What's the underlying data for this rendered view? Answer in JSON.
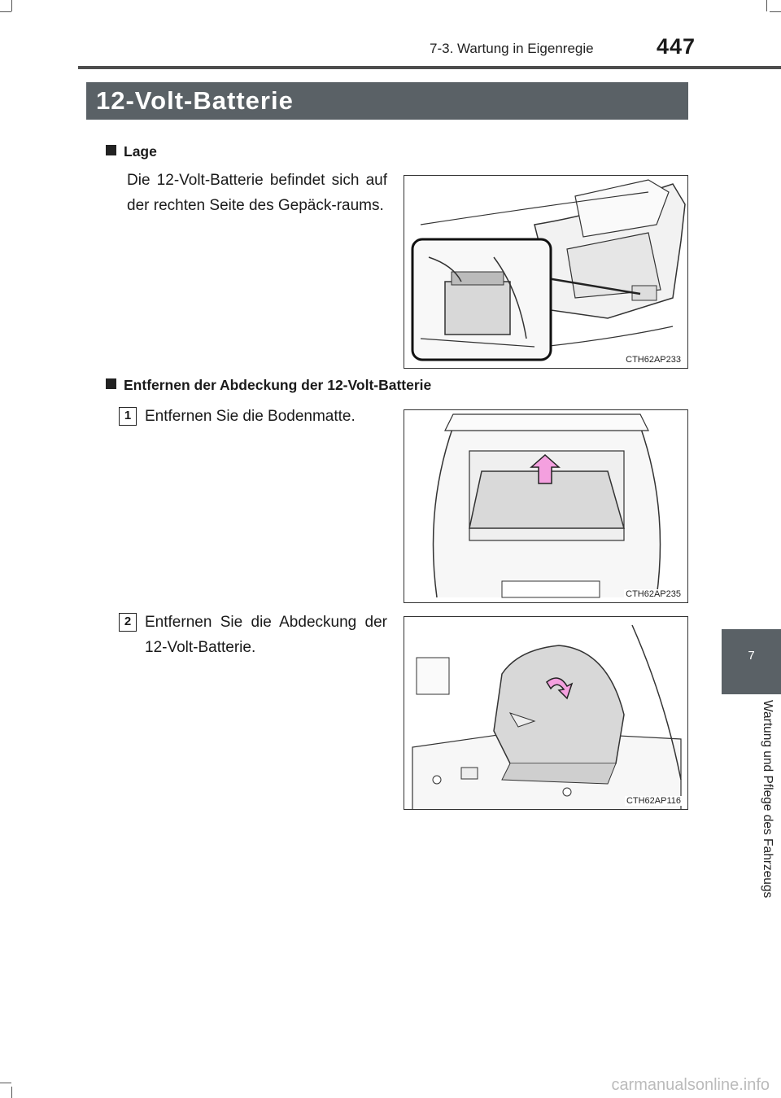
{
  "header": {
    "section": "7-3. Wartung in Eigenregie",
    "page_number": "447"
  },
  "title": "12-Volt-Batterie",
  "side_tab": {
    "number": "7",
    "label": "Wartung und Pflege des Fahrzeugs"
  },
  "sections": [
    {
      "heading": "Lage",
      "text": "Die 12-Volt-Batterie befindet sich auf der rechten Seite des Gepäck-raums.",
      "figure_code": "CTH62AP233"
    },
    {
      "heading": "Entfernen der Abdeckung der 12-Volt-Batterie",
      "steps": [
        {
          "number": "1",
          "text": "Entfernen Sie die Bodenmatte.",
          "figure_code": "CTH62AP235"
        },
        {
          "number": "2",
          "text": "Entfernen Sie die Abdeckung der 12-Volt-Batterie.",
          "figure_code": "CTH62AP116"
        }
      ]
    }
  ],
  "footer": {
    "watermark": "carmanualsonline.info"
  }
}
